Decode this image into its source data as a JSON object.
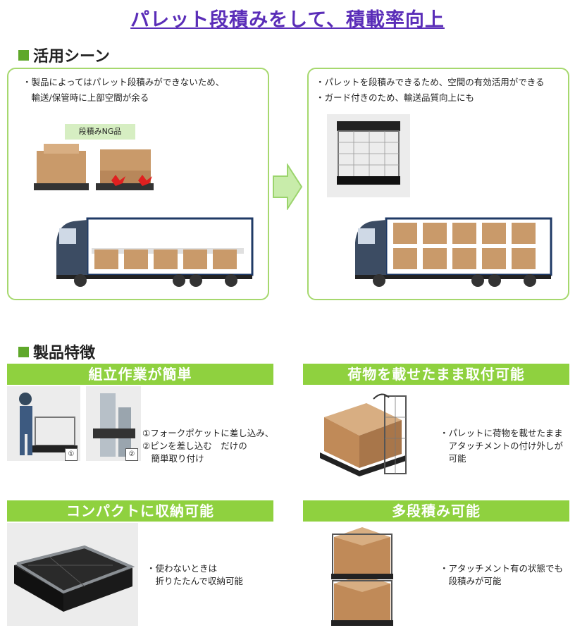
{
  "title": "パレット段積みをして、積載率向上",
  "section1": {
    "heading": "活用シーン",
    "left_notes": "・製品によってはパレット段積みができないため、\n　輸送/保管時に上部空間が余る",
    "ng_label": "段積みNG品",
    "right_notes": "・パレットを段積みできるため、空間の有効活用ができる\n・ガード付きのため、輸送品質向上にも"
  },
  "section2": {
    "heading": "製品特徴",
    "features": [
      {
        "title": "組立作業が簡単",
        "text": "①フォークポケットに差し込み、\n②ピンを差し込む　だけの\n　簡単取り付け",
        "badge1": "①",
        "badge2": "②"
      },
      {
        "title": "荷物を載せたまま取付可能",
        "text": "・パレットに荷物を載せたまま\n　アタッチメントの付け外しが\n　可能"
      },
      {
        "title": "コンパクトに収納可能",
        "text": "・使わないときは\n　折りたたんで収納可能"
      },
      {
        "title": "多段積み可能",
        "text": "・アタッチメント有の状態でも\n　段積みが可能"
      }
    ]
  },
  "colors": {
    "title": "#5a2db8",
    "accent_green": "#8fd13f",
    "panel_border": "#a6d86e"
  }
}
